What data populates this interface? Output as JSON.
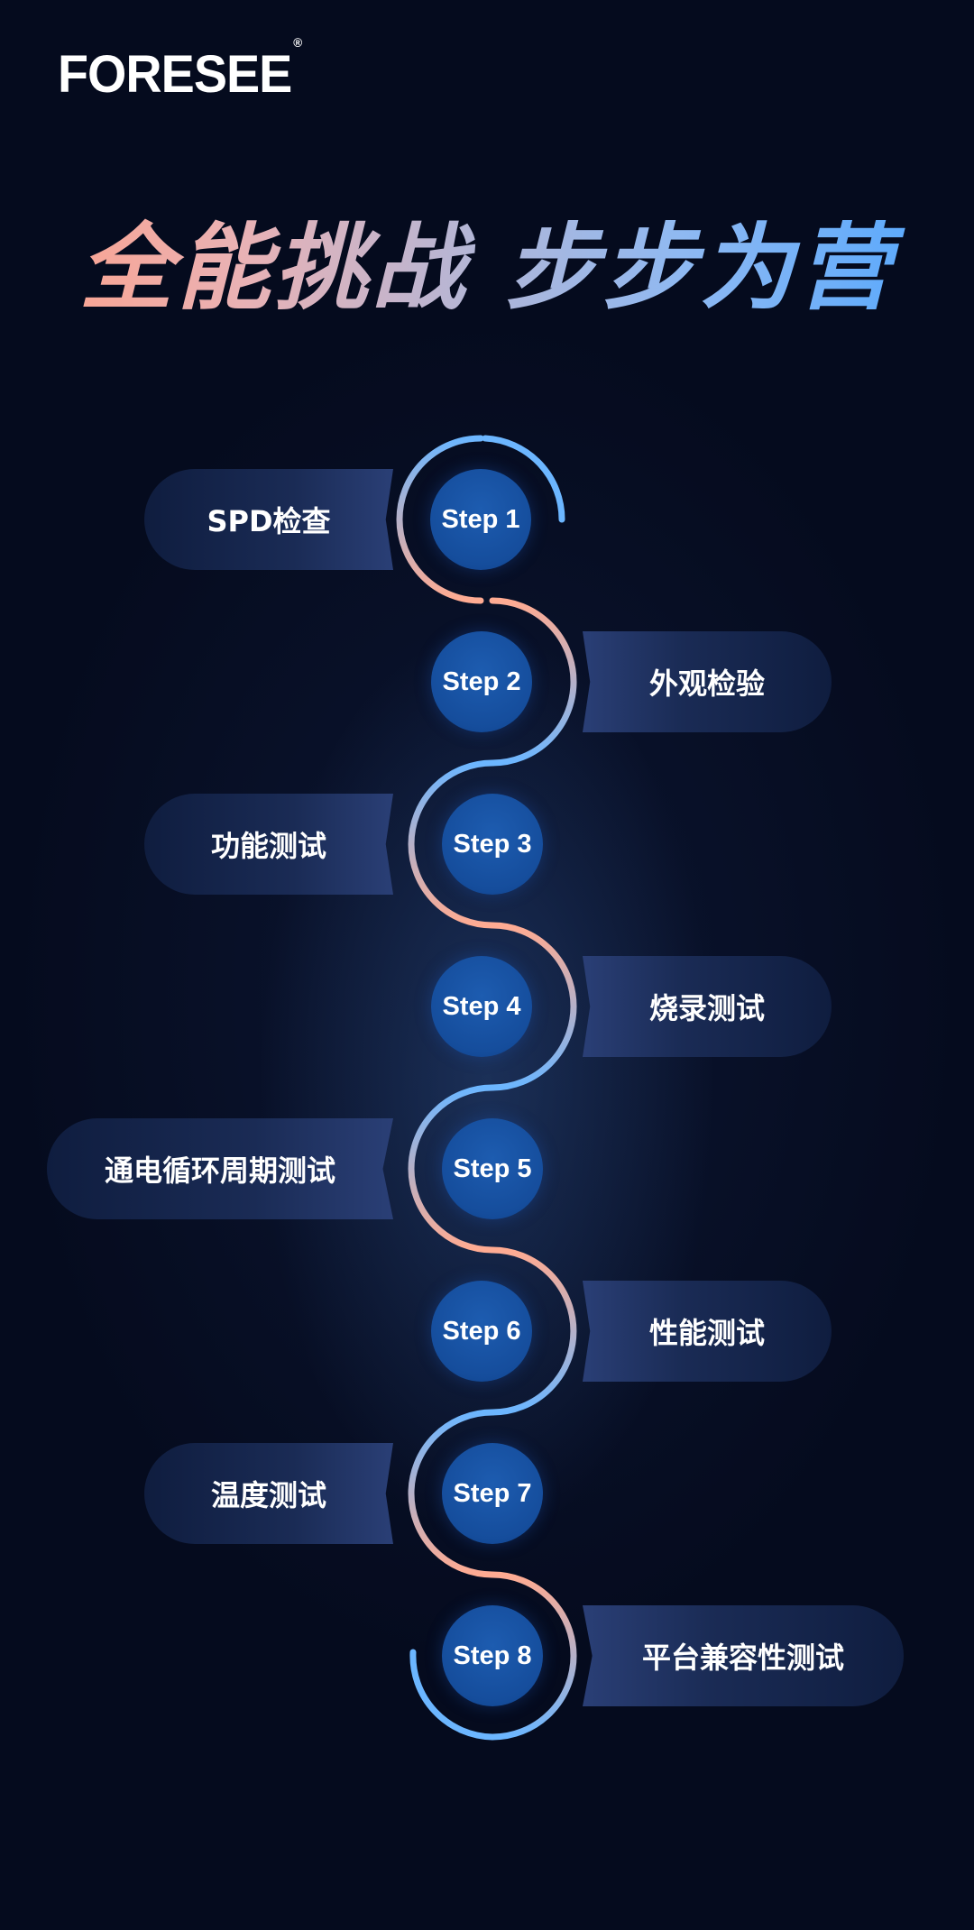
{
  "brand": {
    "logo_text": "FORESEE",
    "registered_mark": "®"
  },
  "headline": {
    "text": "全能挑战 步步为营"
  },
  "colors": {
    "background": "#050b1e",
    "accent_blue": "#6cb6ff",
    "accent_peach": "#ffab92",
    "step_circle": "#154d9c"
  },
  "steps": [
    {
      "step_label": "Step 1",
      "title": "SPD检查"
    },
    {
      "step_label": "Step 2",
      "title": "外观检验"
    },
    {
      "step_label": "Step 3",
      "title": "功能测试"
    },
    {
      "step_label": "Step 4",
      "title": "烧录测试"
    },
    {
      "step_label": "Step 5",
      "title": "通电循环周期测试"
    },
    {
      "step_label": "Step 6",
      "title": "性能测试"
    },
    {
      "step_label": "Step 7",
      "title": "温度测试"
    },
    {
      "step_label": "Step 8",
      "title": "平台兼容性测试"
    }
  ]
}
